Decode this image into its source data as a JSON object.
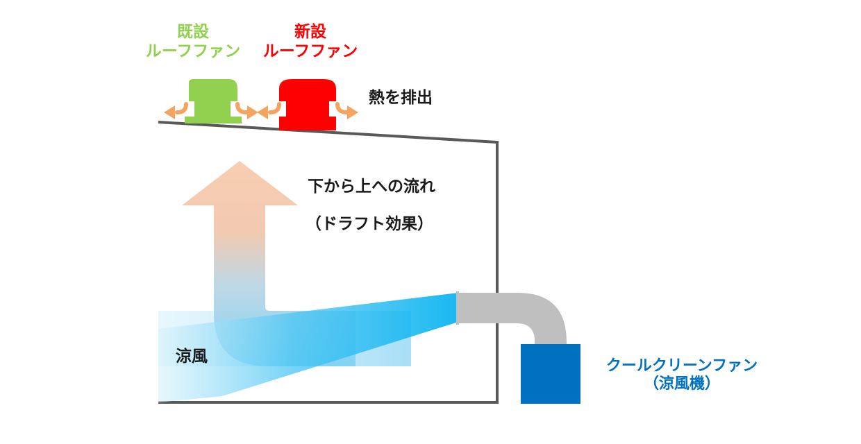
{
  "labels": {
    "existing_fan": {
      "line1": "既設",
      "line2": "ルーフファン",
      "color": "#92d050"
    },
    "new_fan": {
      "line1": "新設",
      "line2": "ルーフファン",
      "color": "#ff0000"
    },
    "exhaust_heat": "熱を排出",
    "draft_flow": "下から上への流れ",
    "draft_effect": "（ドラフト効果）",
    "cool_air": "涼風",
    "product": {
      "line1": "クールクリーンファン",
      "line2": "（涼風機）",
      "color": "#0070c0"
    }
  },
  "colors": {
    "building_outline": "#595959",
    "duct": "#bfbfbf",
    "cooler_unit": "#0070c0",
    "air_flow_arrow": "#f8cbad",
    "cool_air_beam": "#00b0f0",
    "exhaust_arrows": "#f4a460"
  }
}
